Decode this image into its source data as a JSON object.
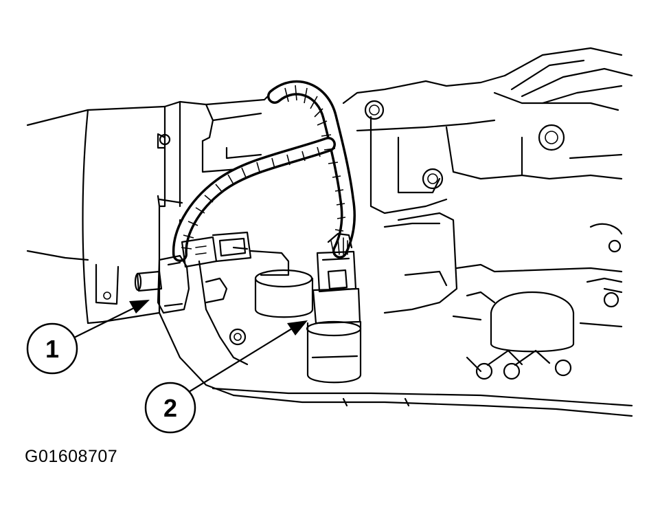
{
  "callouts": [
    {
      "label": "1"
    },
    {
      "label": "2"
    }
  ],
  "figure_code": "G01608707",
  "colors": {
    "line": "#000000",
    "background": "#ffffff"
  }
}
